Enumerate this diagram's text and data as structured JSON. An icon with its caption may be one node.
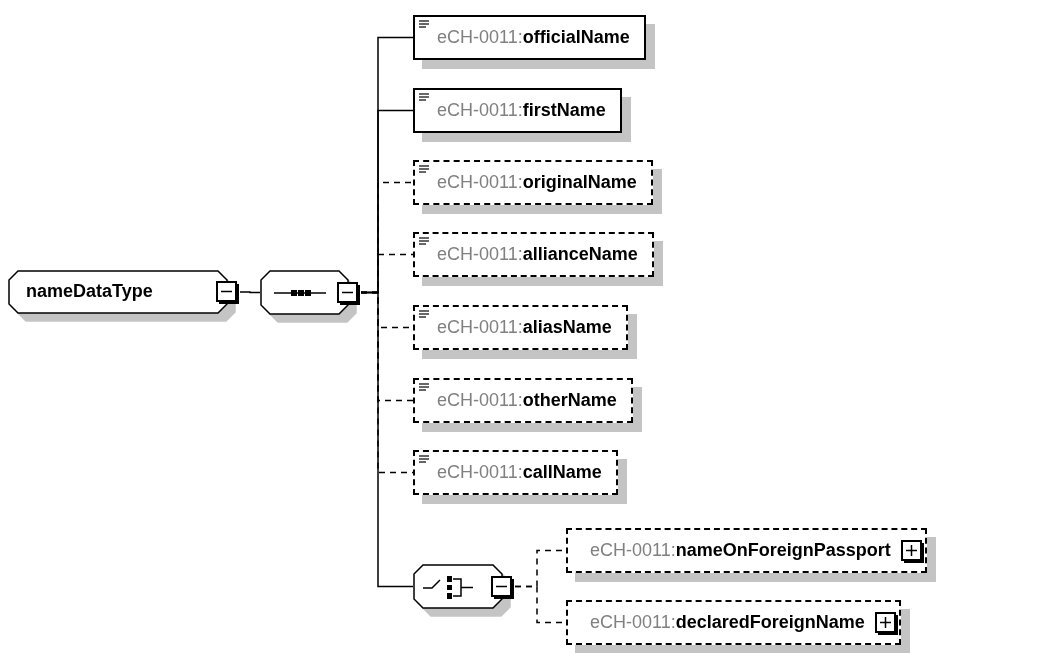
{
  "diagram": {
    "nodes": [
      {
        "text": [
          "nameDataType"
        ]
      },
      {
        "text": [],
        "shape": "octagon"
      },
      {
        "text": [
          "eCH-0011:**officialName**"
        ]
      },
      {
        "text": [
          "eCH-0011:**firstName**"
        ]
      },
      {
        "text": [
          "eCH-0011:**originalName**"
        ]
      },
      {
        "text": [
          "eCH-0011:**allianceName**"
        ]
      },
      {
        "text": [
          "eCH-0011:**aliasName**"
        ]
      },
      {
        "text": [
          "eCH-0011:**otherName**"
        ]
      },
      {
        "text": [
          "eCH-0011:**callName**"
        ]
      },
      {
        "text": [],
        "shape": "octagon"
      },
      {
        "text": [
          "eCH-0011:**nameOnForeignPassport**"
        ]
      },
      {
        "text": [
          "eCH-0011:**declaredForeignName**"
        ]
      }
    ],
    "edges": [
      {
        "from": 0,
        "to": 1,
        "arrow": "none"
      },
      {
        "from": 1,
        "to": 2,
        "arrow": "none"
      },
      {
        "from": 1,
        "to": 3,
        "arrow": "none"
      },
      {
        "from": 1,
        "to": 4,
        "arrow": "none",
        "style": "dashed"
      },
      {
        "from": 1,
        "to": 5,
        "arrow": "none",
        "style": "dashed"
      },
      {
        "from": 1,
        "to": 6,
        "arrow": "none",
        "style": "dashed"
      },
      {
        "from": 1,
        "to": 7,
        "arrow": "none",
        "style": "dashed"
      },
      {
        "from": 1,
        "to": 8,
        "arrow": "none",
        "style": "dashed"
      },
      {
        "from": 1,
        "to": 9,
        "arrow": "none"
      },
      {
        "from": 9,
        "to": 10,
        "arrow": "none",
        "style": "dashed"
      },
      {
        "from": 9,
        "to": 11,
        "arrow": "none",
        "style": "dashed"
      }
    ]
  }
}
